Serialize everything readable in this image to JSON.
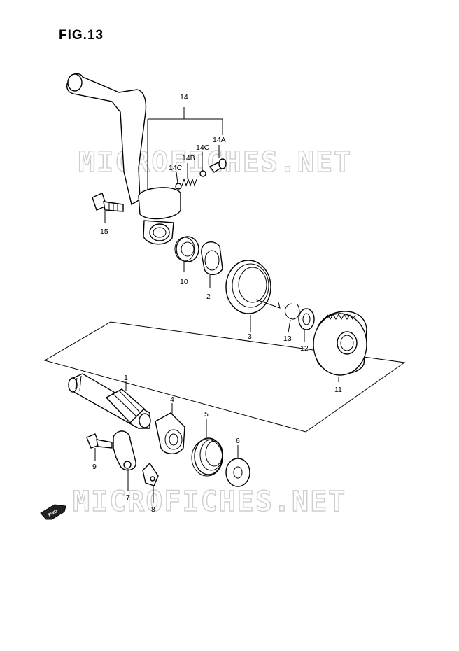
{
  "figure": {
    "title": "FIG.13"
  },
  "watermark": {
    "text": "MICROFICHES.NET"
  },
  "direction_marker": {
    "text": "FWD"
  },
  "callouts": {
    "c1": "1",
    "c2": "2",
    "c3": "3",
    "c4": "4",
    "c5": "5",
    "c6": "6",
    "c7": "7",
    "c8": "8",
    "c9": "9",
    "c10": "10",
    "c11": "11",
    "c12": "12",
    "c13": "13",
    "c14": "14",
    "c14a": "14A",
    "c14b": "14B",
    "c14c_left": "14C",
    "c14c_right": "14C",
    "c15": "15"
  }
}
